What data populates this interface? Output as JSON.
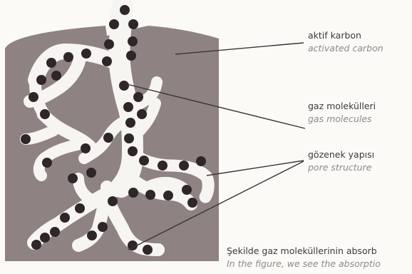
{
  "labels": {
    "carbon": {
      "tr": "aktif karbon",
      "en": "activated carbon"
    },
    "gas": {
      "tr": "gaz molekülleri",
      "en": "gas molecules"
    },
    "pore": {
      "tr": "gözenek yapısı",
      "en": "pore structure"
    }
  },
  "caption": {
    "tr": "Şekilde gaz moleküllerinin absorb",
    "en": "In the figure, we see the absorptio"
  },
  "colors": {
    "carbon": "#8e8382",
    "pore": "#f7f5f2",
    "molecule": "#2e2627",
    "line": "#3b3536",
    "background": "#fcfaf7"
  }
}
